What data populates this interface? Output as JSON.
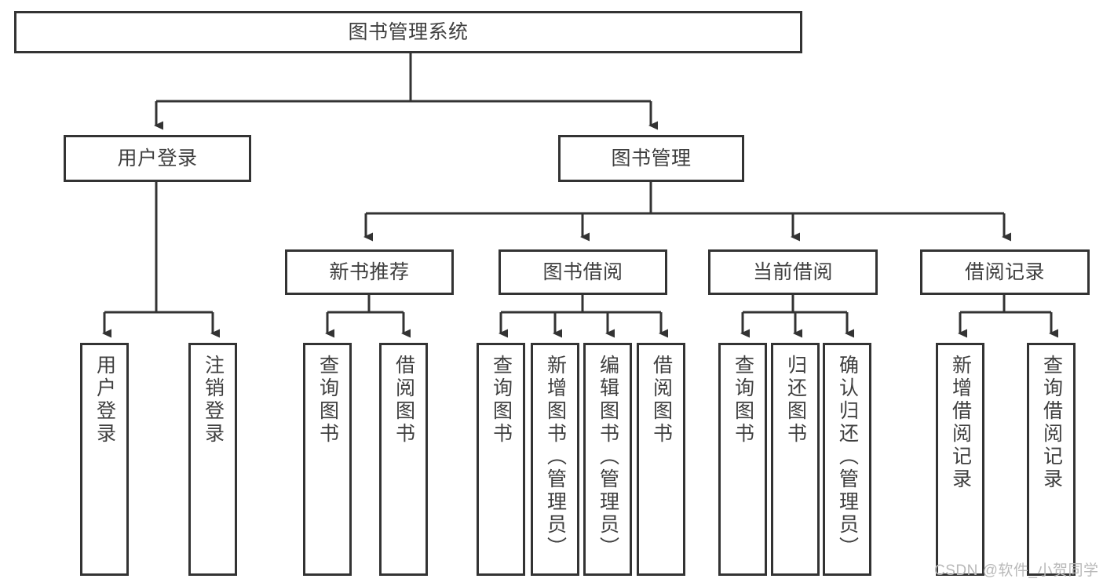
{
  "diagram": {
    "title": "图书管理系统",
    "type": "tree-hierarchy-chart",
    "root": {
      "label": "图书管理系统"
    },
    "level2": [
      {
        "label": "用户登录"
      },
      {
        "label": "图书管理"
      }
    ],
    "level3": [
      {
        "label": "新书推荐"
      },
      {
        "label": "图书借阅"
      },
      {
        "label": "当前借阅"
      },
      {
        "label": "借阅记录"
      }
    ],
    "leaves": {
      "user_login": [
        {
          "label": "用户登录"
        },
        {
          "label": "注销登录"
        }
      ],
      "new_book_recommend": [
        {
          "label": "查询图书"
        },
        {
          "label": "借阅图书"
        }
      ],
      "book_borrow": [
        {
          "label": "查询图书"
        },
        {
          "label": "新增图书（管理员）"
        },
        {
          "label": "编辑图书（管理员）"
        },
        {
          "label": "借阅图书"
        }
      ],
      "current_borrow": [
        {
          "label": "查询图书"
        },
        {
          "label": "归还图书"
        },
        {
          "label": "确认归还（管理员）"
        }
      ],
      "borrow_record": [
        {
          "label": "新增借阅记录"
        },
        {
          "label": "查询借阅记录"
        }
      ]
    }
  },
  "watermark": {
    "text": "CSDN @软件_小贺同学"
  },
  "colors": {
    "stroke": "#333333",
    "text": "#3f3f3f",
    "background": "#ffffff",
    "watermark": "#b9b9b9"
  }
}
